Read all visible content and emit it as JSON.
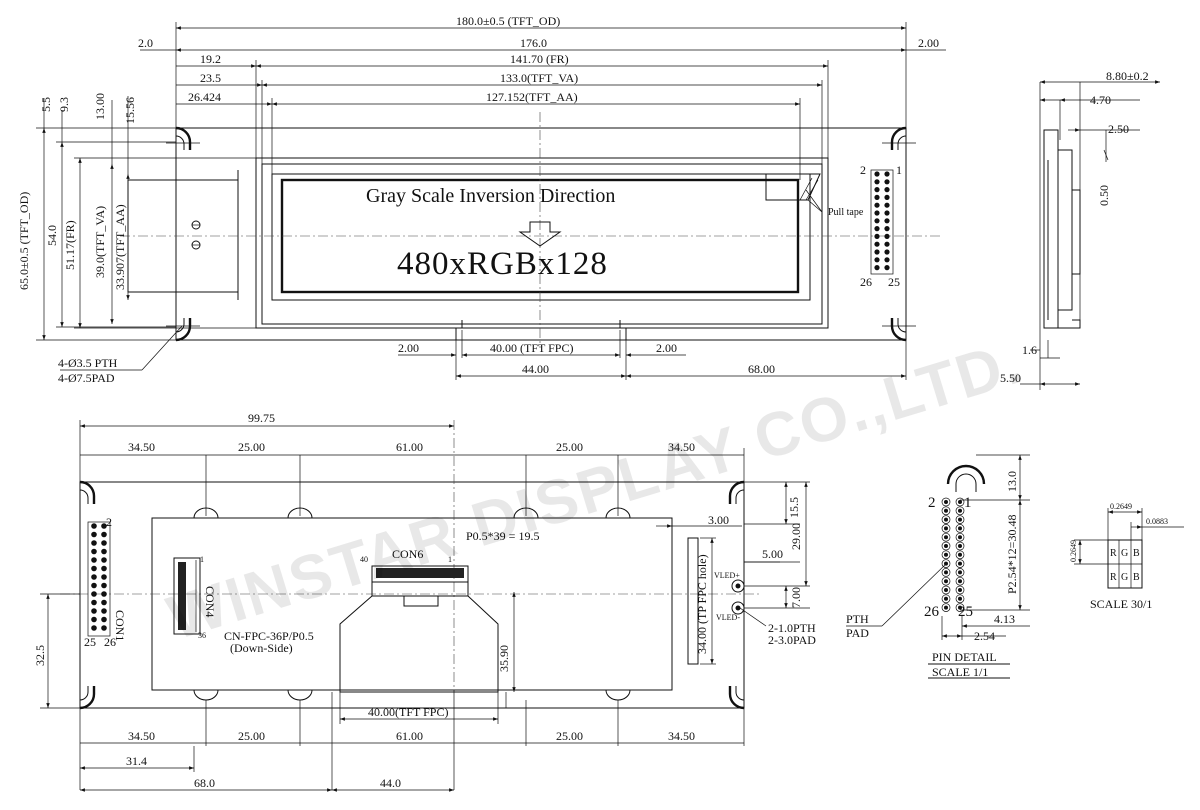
{
  "watermark": "WINSTAR DISPLAY CO.,LTD.",
  "front": {
    "overall_width": "180.0±0.5 (TFT_OD)",
    "w176": "176.0",
    "left_2": "2.0",
    "right_2": "2.00",
    "fr_offset": "19.2",
    "fr_width": "141.70 (FR)",
    "va_offset": "23.5",
    "va_width": "133.0(TFT_VA)",
    "aa_offset": "26.424",
    "aa_width": "127.152(TFT_AA)",
    "v55": "5.5",
    "v93": "9.3",
    "v13": "13.00",
    "v1556": "15.56",
    "height_od": "65.0±0.5 (TFT_OD)",
    "height_54": "54.0",
    "height_fr": "51.17(FR)",
    "height_va": "39.0(TFT_VA)",
    "height_aa": "33.907(TFT_AA)",
    "title_text": "Gray Scale Inversion Direction",
    "resolution": "480xRGBx128",
    "pull_tape": "Pull tape",
    "pin_2": "2",
    "pin_1": "1",
    "pin_26": "26",
    "pin_25": "25",
    "hole_pth": "4-Ø3.5 PTH",
    "hole_pad": "4-Ø7.5PAD",
    "fpc_gap_l": "2.00",
    "fpc_width": "40.00 (TFT FPC)",
    "fpc_gap_r": "2.00",
    "fpc_44": "44.00",
    "fpc_68": "68.00"
  },
  "side": {
    "thickness": "8.80±0.2",
    "t470": "4.70",
    "t250": "2.50",
    "t050": "0.50",
    "t16": "1.6",
    "t550": "5.50"
  },
  "back": {
    "d9975": "99.75",
    "top": [
      "34.50",
      "25.00",
      "61.00",
      "25.00",
      "34.50"
    ],
    "pitch": "P0.5*39 = 19.5",
    "con6": "CON6",
    "con6_40": "40",
    "con6_1": "1",
    "d300": "3.00",
    "d155": "15.5",
    "d2900": "29.00",
    "d500": "5.00",
    "d700": "7.00",
    "con1": "CON1",
    "con4": "CON4",
    "con4_1": "1",
    "con4_36": "36",
    "cn_fpc": "CN-FPC-36P/P0.5",
    "down_side": "(Down-Side)",
    "vled_plus": "VLED+",
    "vled_minus": "VLED-",
    "tp_fpc": "34.00 (TP FPC hole)",
    "pth_small": "2-1.0PTH",
    "pad_small": "2-3.0PAD",
    "d3590": "35.90",
    "d325": "32.5",
    "fpc_label": "40.00(TFT FPC)",
    "pin_2": "2",
    "pin_25": "25",
    "pin_26": "26",
    "bottom": [
      "34.50",
      "25.00",
      "61.00",
      "25.00",
      "34.50"
    ],
    "d314": "31.4",
    "d680": "68.0",
    "d440": "44.0"
  },
  "pin_detail": {
    "d130": "13.0",
    "pitch": "P2.54*12=30.48",
    "d413": "4.13",
    "d254": "2.54",
    "pin_2": "2",
    "pin_1": "1",
    "pin_26": "26",
    "pin_25": "25",
    "pth": "PTH",
    "pad": "PAD",
    "title": "PIN DETAIL",
    "scale": "SCALE 1/1"
  },
  "rgb_detail": {
    "d2649": "0.2649",
    "d0883": "0.0883",
    "d2649v": "0.2649",
    "r": "R",
    "g": "G",
    "b": "B",
    "scale": "SCALE 30/1"
  }
}
